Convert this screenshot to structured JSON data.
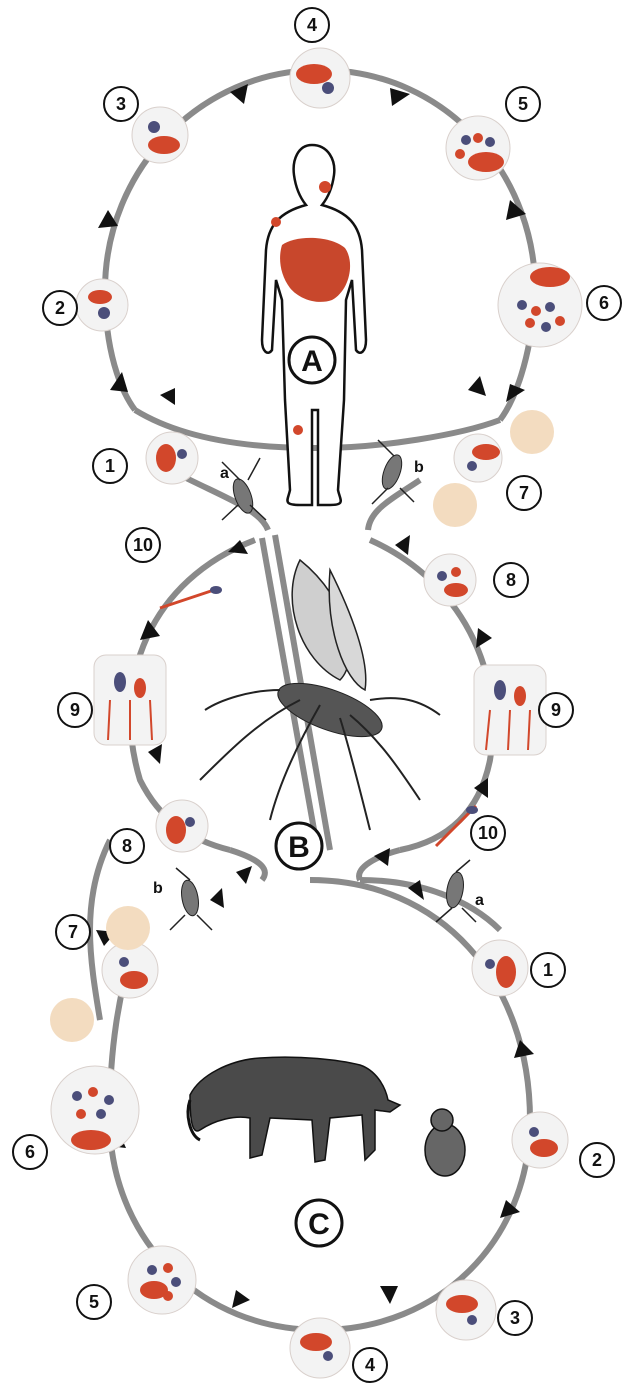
{
  "cycle_labels": {
    "A": "A",
    "B": "B",
    "C": "C"
  },
  "mosquito_labels": {
    "a": "a",
    "b": "b"
  },
  "steps": {
    "s1": "1",
    "s2": "2",
    "s3": "3",
    "s4": "4",
    "s5": "5",
    "s6": "6",
    "s7": "7",
    "s8": "8",
    "s9": "9",
    "s10": "10"
  },
  "colors": {
    "path": "#8a8a8a",
    "arrow": "#111111",
    "cell_fill": "#f3f3f3",
    "cell_edge": "#d9d0cc",
    "parasite_red": "#d2472b",
    "parasite_dark": "#4b4e7a",
    "organ": "#c8472c",
    "plain_cell": "#f3dcc0",
    "outline": "#111111"
  }
}
